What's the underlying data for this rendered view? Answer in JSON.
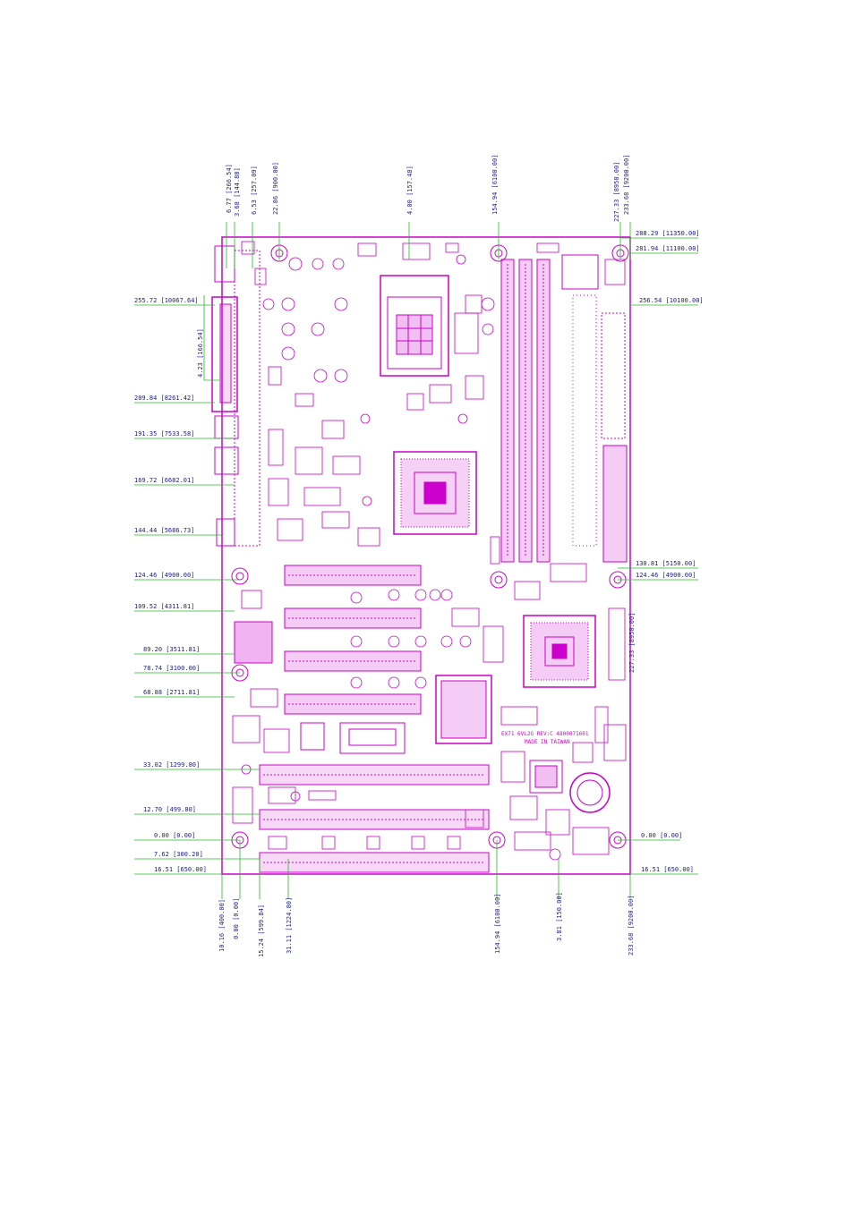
{
  "colors": {
    "board": "#cc00cc",
    "dim_line": "#22bb22",
    "dim_text": "#1a1a8c",
    "background": "#ffffff"
  },
  "board_silkscreen": {
    "model": "EX71 6VL2G REV:C 4800071601",
    "origin": "MADE IN TAIWAN"
  },
  "dimensions": {
    "top": [
      {
        "label": "6.77 [266.54]"
      },
      {
        "label": "3.68 [144.88]"
      },
      {
        "label": "6.53 [257.09]"
      },
      {
        "label": "22.86 [900.00]"
      },
      {
        "label": "4.00 [157.48]"
      },
      {
        "label": "154.94 [6100.00]"
      },
      {
        "label": "227.33 [8950.00]"
      },
      {
        "label": "233.68 [9200.00]"
      }
    ],
    "left": [
      {
        "label": "255.72 [10067.64]"
      },
      {
        "label": "4.23 [166.54]"
      },
      {
        "label": "209.84 [8261.42]"
      },
      {
        "label": "191.35 [7533.58]"
      },
      {
        "label": "169.72 [6682.01]"
      },
      {
        "label": "144.44 [5686.73]"
      },
      {
        "label": "124.46 [4900.00]"
      },
      {
        "label": "109.52 [4311.81]"
      },
      {
        "label": "89.20 [3511.81]"
      },
      {
        "label": "78.74 [3100.00]"
      },
      {
        "label": "68.88 [2711.81]"
      },
      {
        "label": "33.02 [1299.80]"
      },
      {
        "label": "12.70 [499.80]"
      },
      {
        "label": "0.00 [0.00]"
      },
      {
        "label": "7.62 [300.20]"
      },
      {
        "label": "16.51 [650.00]"
      }
    ],
    "right": [
      {
        "label": "288.29 [11350.00]"
      },
      {
        "label": "281.94 [11100.00]"
      },
      {
        "label": "256.54 [10100.00]"
      },
      {
        "label": "130.81 [5150.00]"
      },
      {
        "label": "124.46 [4900.00]"
      },
      {
        "label": "0.00 [0.00]"
      },
      {
        "label": "16.51 [650.00]"
      }
    ],
    "bottom": [
      {
        "label": "10.16 [400.00]"
      },
      {
        "label": "0.00 [0.00]"
      },
      {
        "label": "15.24 [599.84]"
      },
      {
        "label": "31.11 [1224.80]"
      },
      {
        "label": "154.94 [6100.00]"
      },
      {
        "label": "3.81 [150.00]"
      },
      {
        "label": "233.68 [9200.00]"
      }
    ],
    "inner": [
      {
        "label": "227.33 [8950.00]"
      }
    ]
  }
}
